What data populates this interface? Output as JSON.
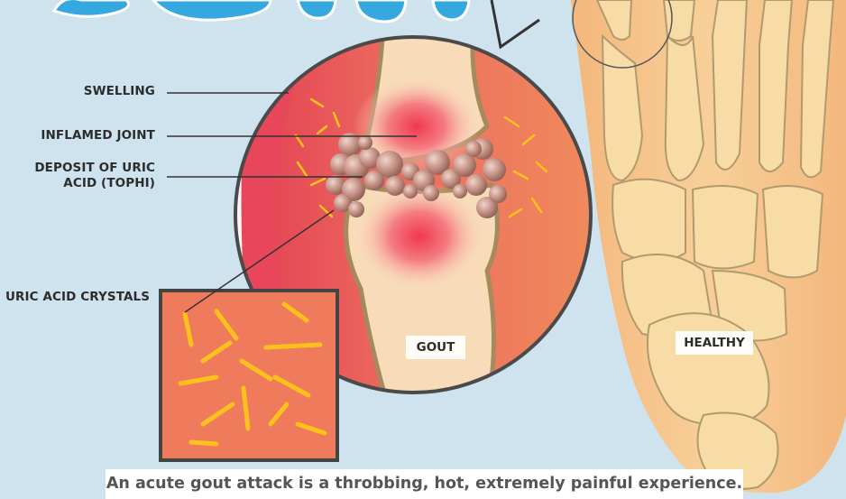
{
  "labels": {
    "swelling": "SWELLING",
    "inflamed_joint": "INFLAMED JOINT",
    "deposit_line1": "DEPOSIT OF URIC",
    "deposit_line2": "ACID (TOPHI)",
    "crystals": "URIC ACID CRYSTALS",
    "gout": "GOUT",
    "healthy": "HEALTHY"
  },
  "caption": "An acute gout attack is a throbbing, hot, extremely painful experience.",
  "colors": {
    "background": "#cfe3ee",
    "tissue_red": "#e8465a",
    "tissue_orange": "#ef8a5c",
    "bone": "#f7dca6",
    "bone_outline": "#a48a5c",
    "tophi": "#b7857a",
    "crystal": "#ffc21a",
    "foot_skin": "#f6c48a"
  }
}
